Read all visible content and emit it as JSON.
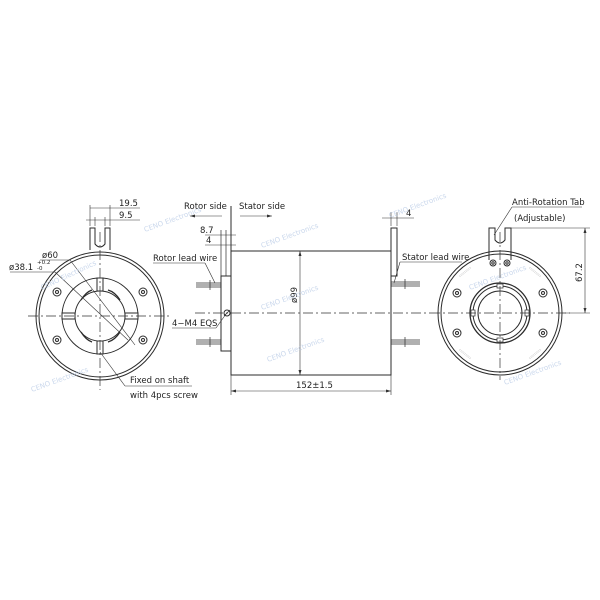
{
  "drawing": {
    "views": {
      "rotor_view": {
        "tab_width": "19.5",
        "slot_width": "9.5",
        "outer_diameter": "ø60",
        "bore_diameter": "ø38.1",
        "bore_tol_upper": "+0.2",
        "bore_tol_lower": "-0",
        "note_line1": "Fixed on shaft",
        "note_line2": "with 4pcs screw"
      },
      "side_view": {
        "rotor_side": "Rotor side",
        "stator_side": "Stator side",
        "flange_total": "8.7",
        "flange_thickness": "4",
        "rotor_lead_wire": "Rotor lead wire",
        "screw_spec": "4−M4  EQS",
        "body_diameter": "ø99",
        "length": "152±1.5",
        "stator_tab_thickness": "4",
        "stator_lead_wire": "Stator lead wire"
      },
      "stator_view": {
        "tab_label": "Anti-Rotation Tab",
        "tab_label_sub": "(Adjustable)",
        "tab_height": "67.2"
      }
    },
    "watermark": "CENO Electronics",
    "colors": {
      "line": "#2b2b2b",
      "watermark": "#b9cbe6",
      "background": "#ffffff"
    }
  }
}
